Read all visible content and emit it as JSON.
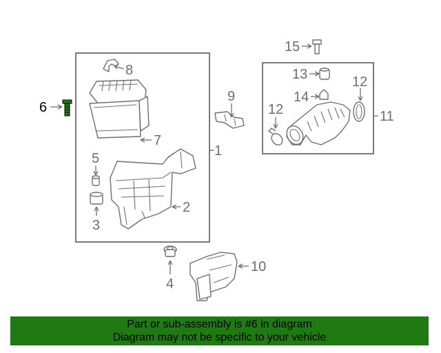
{
  "callouts": {
    "c1": "1",
    "c2": "2",
    "c3": "3",
    "c4": "4",
    "c5": "5",
    "c6": "6",
    "c7": "7",
    "c8": "8",
    "c9": "9",
    "c10": "10",
    "c11": "11",
    "c12a": "12",
    "c12b": "12",
    "c13": "13",
    "c14": "14",
    "c15": "15"
  },
  "highlight_color": "#1f7a14",
  "footer": {
    "line1": "Part or sub-assembly is #6 in diagram",
    "line2": "Diagram may not be specific to your vehicle"
  }
}
